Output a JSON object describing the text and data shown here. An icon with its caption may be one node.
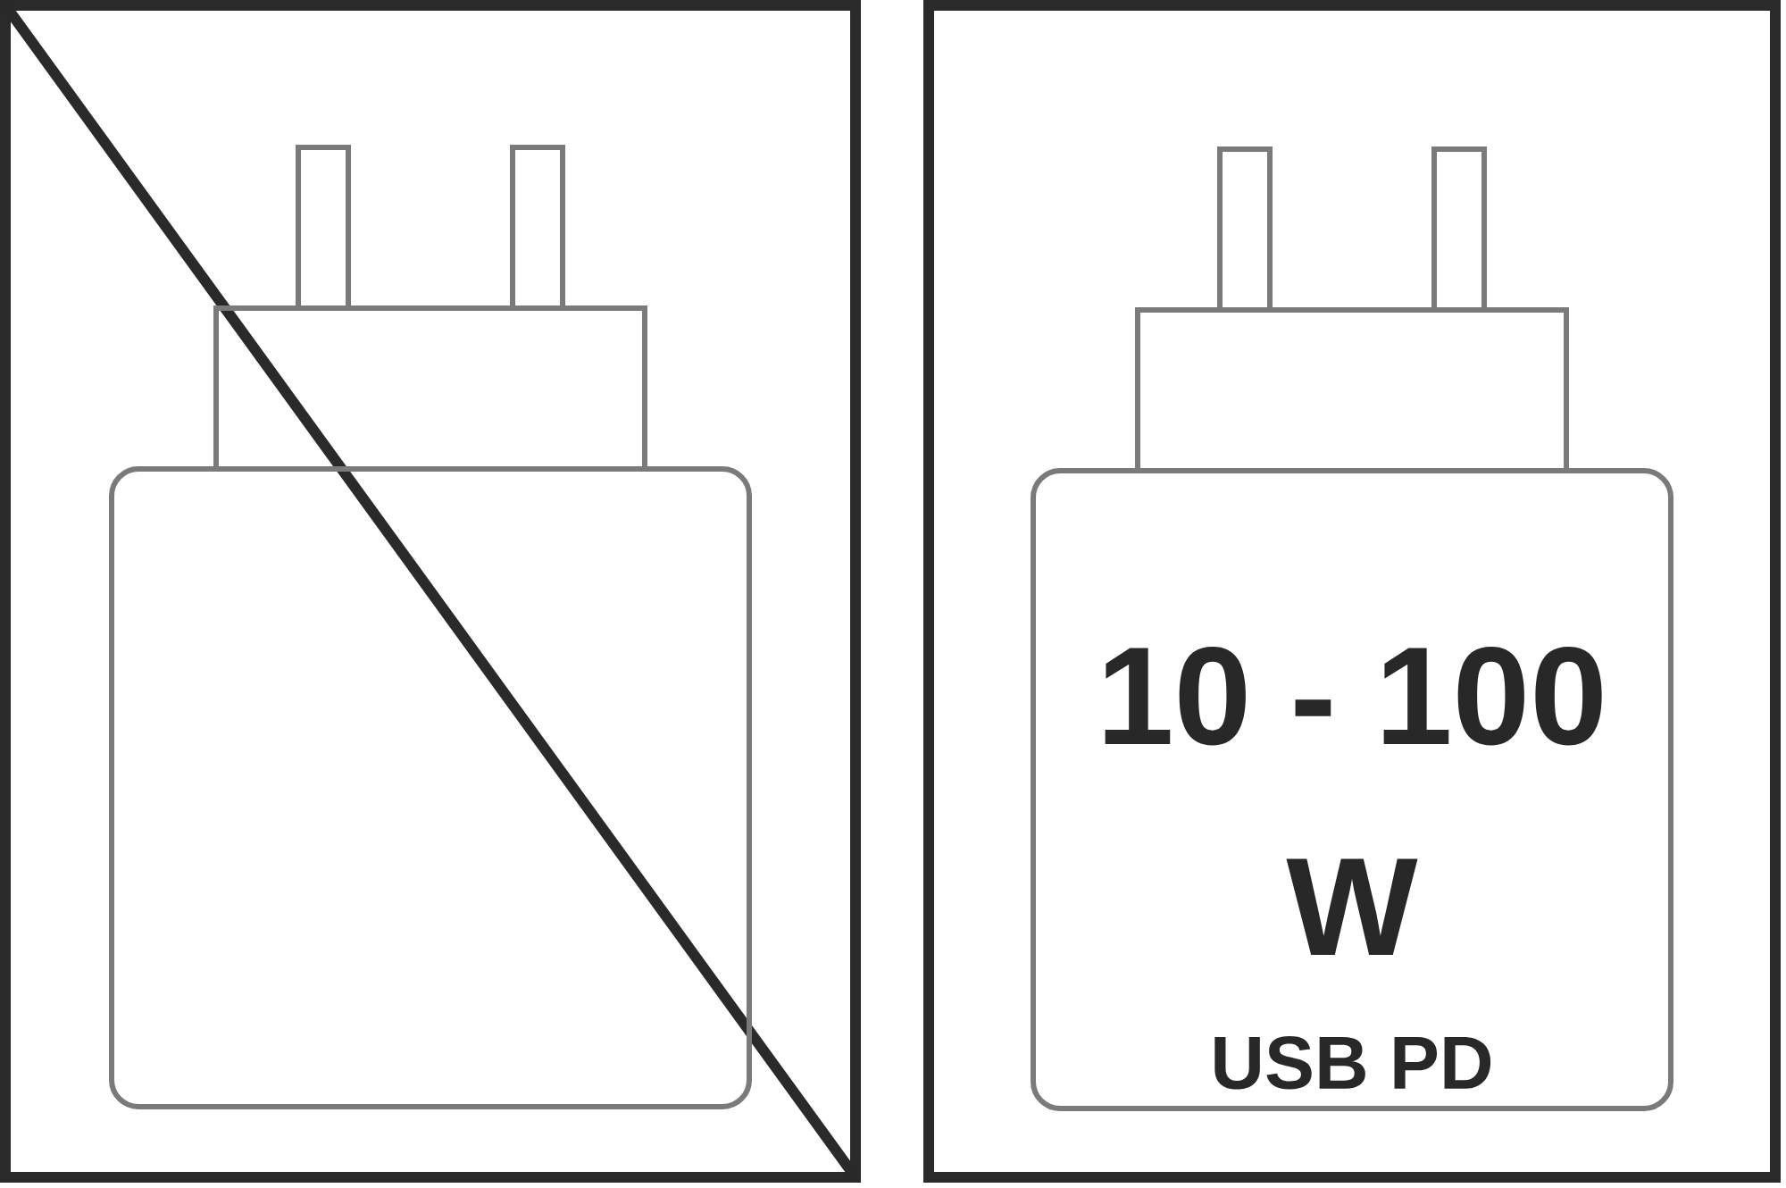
{
  "diagram": {
    "nodes": [
      {
        "text": [],
        "shape": "box"
      },
      {
        "text": [],
        "shape": "box",
        "in": 0
      },
      {
        "text": [],
        "shape": "box"
      },
      {
        "text": [
          "10 - 100 W",
          "USB PD"
        ],
        "in": 2
      }
    ]
  }
}
